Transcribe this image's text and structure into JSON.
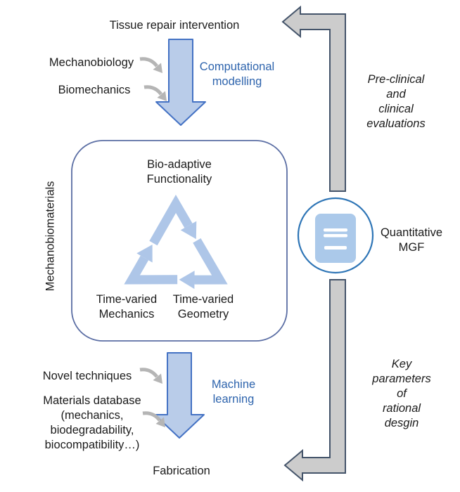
{
  "top_flow": {
    "title": "Tissue repair intervention",
    "input_1": "Mechanobiology",
    "input_2": "Biomechanics",
    "process": "Computational\nmodelling"
  },
  "core_box": {
    "side_label": "Mechanobiomaterials",
    "top_node": "Bio-adaptive\nFunctionality",
    "left_node": "Time-varied\nMechanics",
    "right_node": "Time-varied\nGeometry"
  },
  "right_flow": {
    "upward_label": "Pre-clinical\nand\nclinical\nevaluations",
    "hub_label": "Quantitative\nMGF",
    "downward_label": "Key parameters\nof\nrational desgin"
  },
  "bottom_flow": {
    "input_1": "Novel techniques",
    "input_2": "Materials database\n(mechanics,\nbiodegradability,\nbiocompatibility…)",
    "process": "Machine\nlearning",
    "output": "Fabrication"
  },
  "icons": {
    "cycle": "recycle-triangle-icon",
    "document": "document-icon",
    "blue_down_arrow": "down-arrow-icon",
    "gray_elbow_arrow": "elbow-arrow-icon",
    "small_curved_arrow": "curved-arrow-icon"
  },
  "colors": {
    "accent_text_blue": "#2e64ad",
    "arrow_fill_blue": "#b9cce9",
    "arrow_stroke_blue": "#4472c4",
    "cycle_blue": "#aec6e8",
    "doc_icon_blue": "#abc9ea",
    "circle_stroke_blue": "#2e75b6",
    "box_border_blue": "#5b6ea4",
    "gray_arrow_fill": "#cccccc",
    "gray_arrow_stroke": "#44546a",
    "text_black": "#1b1b1b"
  }
}
